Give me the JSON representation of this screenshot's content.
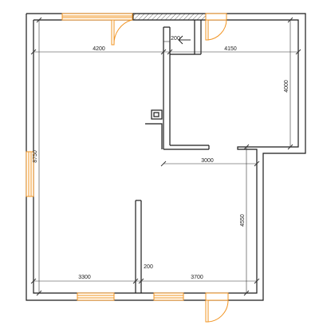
{
  "colors": {
    "wall": "#1a1a1a",
    "dimension": "#333333",
    "opening": "#f29422",
    "hatch": "#666666",
    "background": "#ffffff"
  },
  "dimensions": {
    "top_left_width": "4200",
    "top_right_width": "4150",
    "partition_gap": "200",
    "right_room_height": "4000",
    "left_height": "8750",
    "middle_width": "3000",
    "right_lower_height": "4550",
    "bottom_left_width": "3300",
    "bottom_gap": "200",
    "bottom_right_width": "3700"
  },
  "icons": {
    "arrow": "left-arrow-icon"
  }
}
